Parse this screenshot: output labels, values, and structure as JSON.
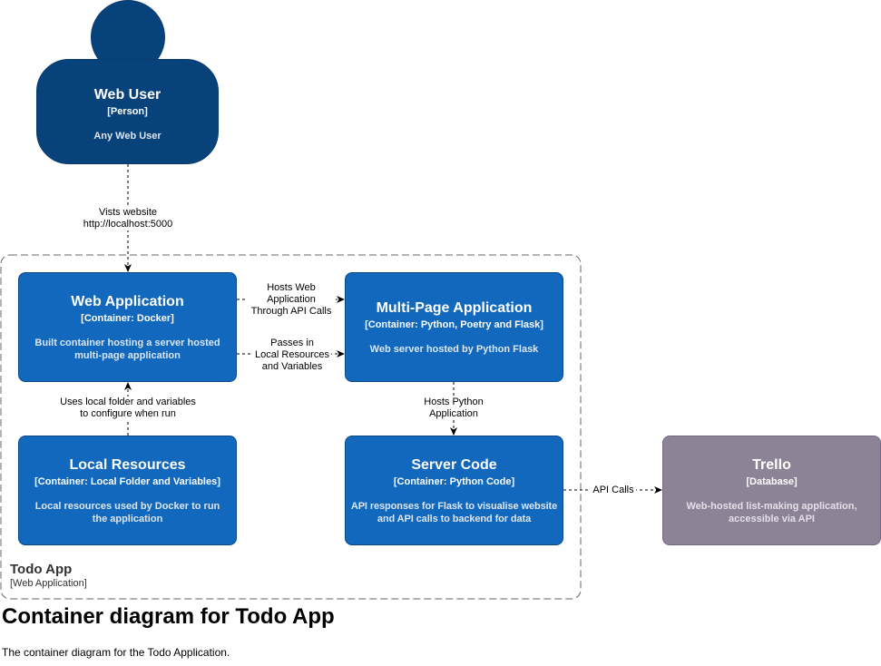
{
  "person": {
    "title": "Web User",
    "type": "[Person]",
    "description": "Any Web User"
  },
  "boundary": {
    "title": "Todo App",
    "type": "[Web Application]"
  },
  "containers": {
    "web_application": {
      "title": "Web Application",
      "type": "[Container: Docker]",
      "description": "Built container hosting a server hosted multi-page application"
    },
    "multi_page_application": {
      "title": "Multi-Page Application",
      "type": "[Container: Python, Poetry and Flask]",
      "description": "Web server hosted by Python Flask"
    },
    "local_resources": {
      "title": "Local Resources",
      "type": "[Container: Local Folder and Variables]",
      "description": "Local resources used by Docker to run the application"
    },
    "server_code": {
      "title": "Server Code",
      "type": "[Container: Python Code]",
      "description": "API responses for Flask to visualise website and API calls to backend for data"
    },
    "trello": {
      "title": "Trello",
      "type": "[Database]",
      "description": "Web-hosted list-making application, accessible via API"
    }
  },
  "relationships": {
    "visits": "Vists website\nhttp://localhost:5000",
    "hosts_web": "Hosts Web\nApplication\nThrough API Calls",
    "passes_in": "Passes in\nLocal Resources\nand Variables",
    "uses_local": "Uses local folder and variables\nto configure when run",
    "hosts_python": "Hosts Python\nApplication",
    "api_calls": "API Calls"
  },
  "diagram": {
    "title": "Container diagram for Todo App",
    "description": "The container diagram for the Todo Application."
  },
  "colors": {
    "person": "#08427b",
    "container": "#1168bd",
    "database": "#8c8496",
    "boundary": "#666666"
  }
}
